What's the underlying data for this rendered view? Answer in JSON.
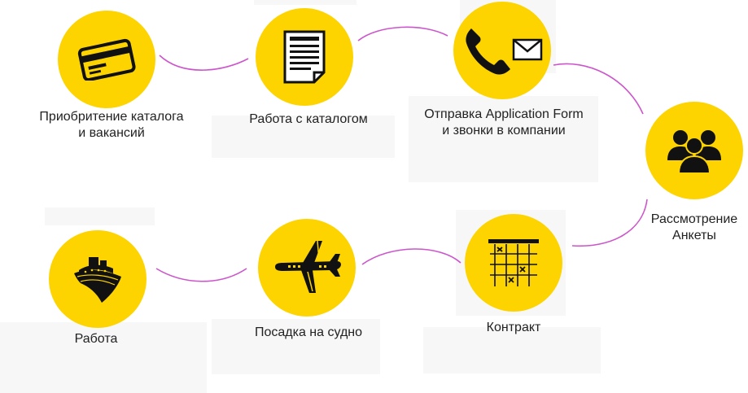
{
  "colors": {
    "circle": "#fdd400",
    "connector": "#cc55cc",
    "icon": "#111111",
    "text": "#222222"
  },
  "steps": [
    {
      "icon": "credit-card-icon",
      "line1": "Приобритение каталога",
      "line2": "и вакансий"
    },
    {
      "icon": "document-icon",
      "line1": "Работа с каталогом"
    },
    {
      "icon": "phone-mail-icon",
      "line1": "Отправка Application Form",
      "line2": "и звонки в компании"
    },
    {
      "icon": "people-icon",
      "line1": "Рассмотрение",
      "line2": "Анкеты"
    },
    {
      "icon": "table-icon",
      "line1": "Контракт"
    },
    {
      "icon": "airplane-icon",
      "line1": "Посадка на судно"
    },
    {
      "icon": "ship-icon",
      "line1": "Работа"
    }
  ]
}
